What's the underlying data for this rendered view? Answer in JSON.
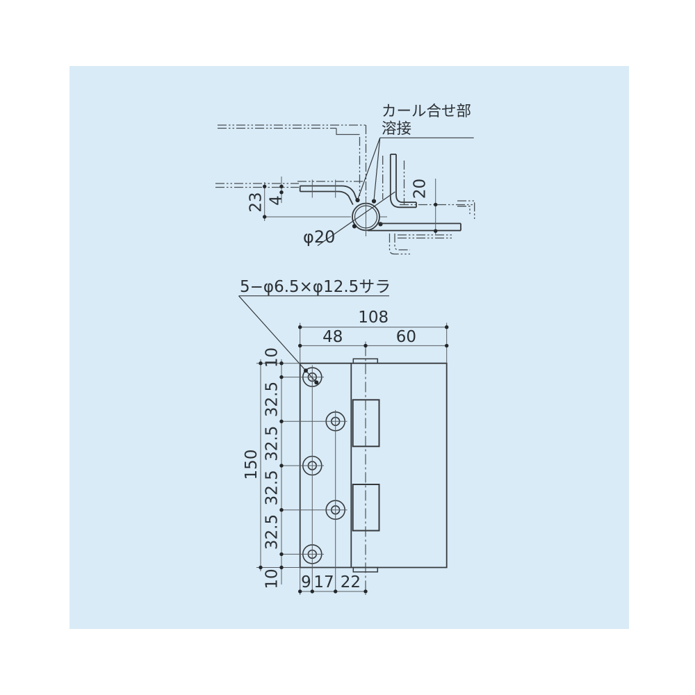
{
  "colors": {
    "background": "#ffffff",
    "panel": "#d9ebf7",
    "line": "#35393c",
    "dim_line": "#565c61",
    "text": "#2b3034"
  },
  "section_view": {
    "curl_label": "カール合せ部",
    "weld_label": "溶接",
    "dims": {
      "door_face_to_pin_center": "23",
      "plate_thickness": "4",
      "frame_offset": "20",
      "knuckle_diameter": "φ20"
    }
  },
  "front_view": {
    "holes_label": "5−φ6.5×φ12.5サラ",
    "dims": {
      "total_width": "108",
      "left_width": "48",
      "right_width": "60",
      "height": "150"
    },
    "left_dims": [
      "10",
      "32.5",
      "32.5",
      "32.5",
      "32.5",
      "10"
    ],
    "bottom_dims": [
      "9",
      "17",
      "22"
    ]
  }
}
